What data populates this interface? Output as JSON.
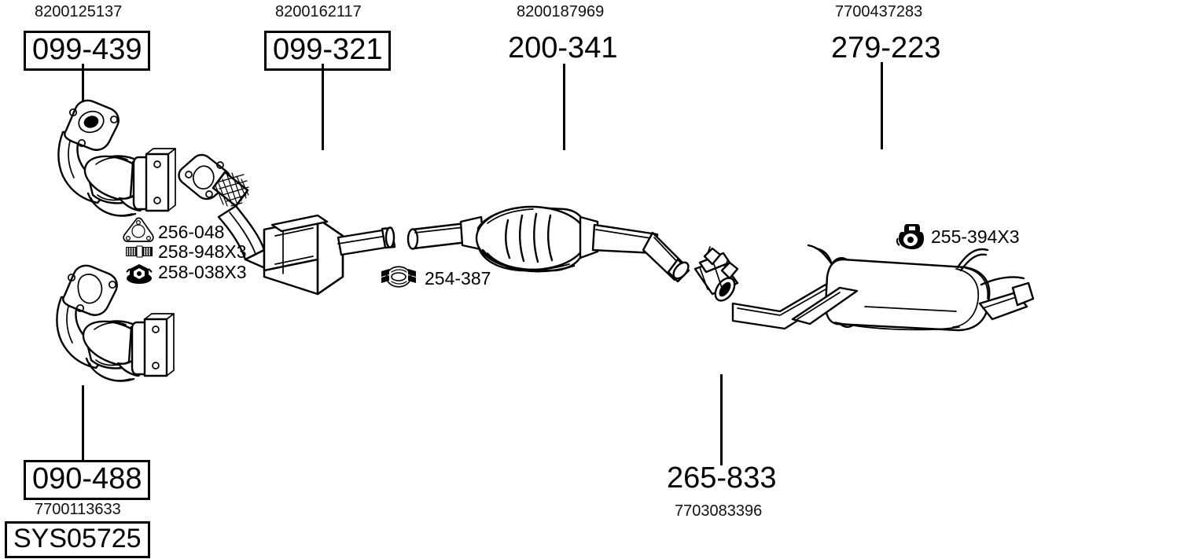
{
  "diagram": {
    "title": "SYS05725",
    "system_code": "SYS05725",
    "type": "exhaust-system-assembly-diagram",
    "background": "#ffffff",
    "line_color": "#000000"
  },
  "callouts": [
    {
      "id": "callout-099-439",
      "oem": "8200125137",
      "ref": "099-439",
      "boxed": true,
      "part": "front-catalytic-converter-upper"
    },
    {
      "id": "callout-099-321",
      "oem": "8200162117",
      "ref": "099-321",
      "boxed": true,
      "part": "front-pipe-with-catalyst"
    },
    {
      "id": "callout-200-341",
      "oem": "8200187969",
      "ref": "200-341",
      "boxed": false,
      "part": "centre-silencer"
    },
    {
      "id": "callout-279-223",
      "oem": "7700437283",
      "ref": "279-223",
      "boxed": false,
      "part": "rear-silencer"
    },
    {
      "id": "callout-090-488",
      "oem": "7700113633",
      "ref": "090-488",
      "boxed": true,
      "part": "front-catalytic-converter-lower"
    },
    {
      "id": "callout-265-833",
      "oem": "7703083396",
      "ref": "265-833",
      "boxed": false,
      "part": "connecting-pipe"
    }
  ],
  "small_parts": [
    {
      "id": "part-256-048",
      "ref": "256-048",
      "icon": "gasket-triangular-icon"
    },
    {
      "id": "part-258-948",
      "ref": "258-948X3",
      "icon": "spring-bolt-icon"
    },
    {
      "id": "part-258-038",
      "ref": "258-038X3",
      "icon": "hex-nut-icon"
    },
    {
      "id": "part-254-387",
      "ref": "254-387",
      "icon": "pipe-clamp-icon"
    },
    {
      "id": "part-255-394",
      "ref": "255-394X3",
      "icon": "rubber-hanger-icon"
    }
  ]
}
